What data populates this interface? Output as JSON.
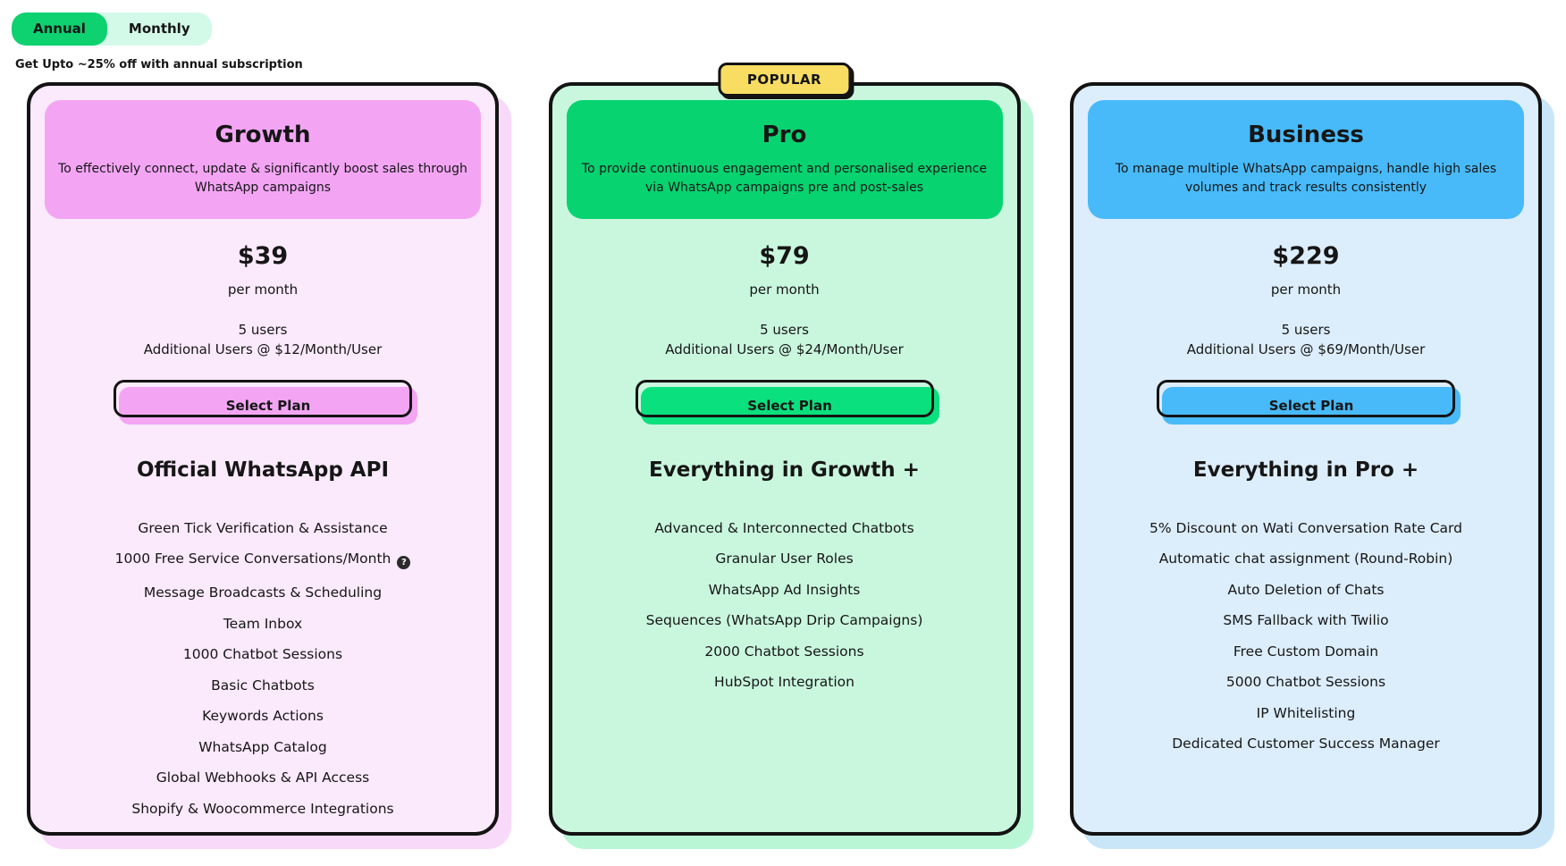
{
  "billing_toggle": {
    "options": [
      {
        "label": "Annual",
        "active": true
      },
      {
        "label": "Monthly",
        "active": false
      }
    ],
    "discount_note": "Get Upto ~25% off with annual subscription",
    "active_bg": "#0ed170",
    "inactive_bg": "#d3fae8"
  },
  "popular_badge": {
    "label": "POPULAR",
    "bg": "#f8dd62"
  },
  "icons": {
    "help": {
      "name": "help-icon",
      "glyph": "?"
    }
  },
  "plans": [
    {
      "name": "Growth",
      "description": "To effectively connect, update & significantly boost sales through WhatsApp campaigns",
      "price": "$39",
      "period": "per month",
      "included_users": "5 users",
      "additional_users": "Additional Users @ $12/Month/User",
      "cta_label": "Select Plan",
      "features_heading": "Official WhatsApp API",
      "features": [
        {
          "text": "Green Tick Verification & Assistance"
        },
        {
          "text": "1000 Free Service Conversations/Month",
          "has_help_icon": true
        },
        {
          "text": "Message Broadcasts & Scheduling"
        },
        {
          "text": "Team Inbox"
        },
        {
          "text": "1000 Chatbot Sessions"
        },
        {
          "text": "Basic Chatbots"
        },
        {
          "text": "Keywords Actions"
        },
        {
          "text": "WhatsApp Catalog"
        },
        {
          "text": "Global Webhooks & API Access"
        },
        {
          "text": "Shopify & Woocommerce Integrations"
        }
      ],
      "colors": {
        "card_bg": "#fbe9fc",
        "header_bg": "#f3a5f4",
        "button_bg": "#f3a5f4",
        "shadow": "#f8d9f9"
      }
    },
    {
      "name": "Pro",
      "description": "To provide continuous engagement and personalised experience via WhatsApp campaigns pre and post-sales",
      "price": "$79",
      "period": "per month",
      "included_users": "5 users",
      "additional_users": "Additional Users @ $24/Month/User",
      "cta_label": "Select Plan",
      "features_heading": "Everything in Growth +",
      "features": [
        {
          "text": "Advanced & Interconnected Chatbots"
        },
        {
          "text": "Granular User Roles"
        },
        {
          "text": "WhatsApp Ad Insights"
        },
        {
          "text": "Sequences (WhatsApp Drip Campaigns)"
        },
        {
          "text": "2000 Chatbot Sessions"
        },
        {
          "text": "HubSpot Integration"
        }
      ],
      "colors": {
        "card_bg": "#c9f7de",
        "header_bg": "#07d370",
        "button_bg": "#0be07e",
        "shadow": "#b9f6d6"
      }
    },
    {
      "name": "Business",
      "description": "To manage multiple WhatsApp campaigns, handle high sales volumes and track results consistently",
      "price": "$229",
      "period": "per month",
      "included_users": "5 users",
      "additional_users": "Additional Users @ $69/Month/User",
      "cta_label": "Select Plan",
      "features_heading": "Everything in Pro +",
      "features": [
        {
          "text": "5% Discount on Wati Conversation Rate Card"
        },
        {
          "text": "Automatic chat assignment (Round-Robin)"
        },
        {
          "text": "Auto Deletion of Chats"
        },
        {
          "text": "SMS Fallback with Twilio"
        },
        {
          "text": "Free Custom Domain"
        },
        {
          "text": "5000 Chatbot Sessions"
        },
        {
          "text": "IP Whitelisting"
        },
        {
          "text": "Dedicated Customer Success Manager"
        }
      ],
      "colors": {
        "card_bg": "#dcedfb",
        "header_bg": "#48baf9",
        "button_bg": "#48baf9",
        "shadow": "#c8e6f8"
      }
    }
  ]
}
